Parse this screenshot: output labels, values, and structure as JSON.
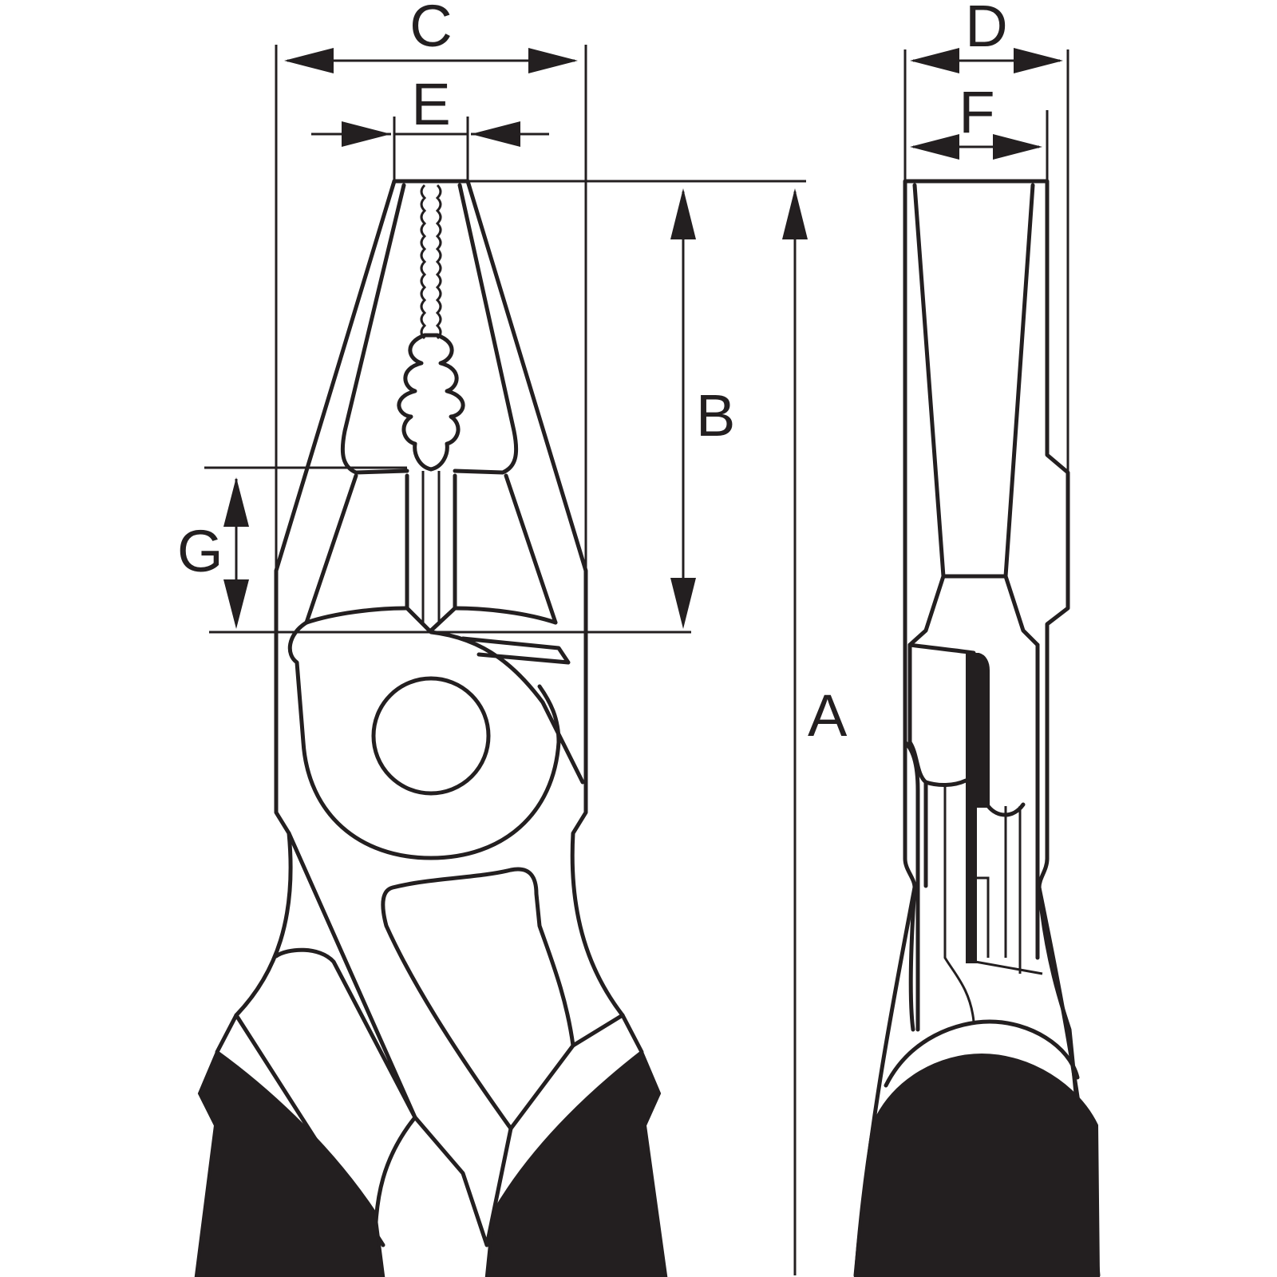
{
  "dimensions": {
    "a": "A",
    "b": "B",
    "c": "C",
    "d": "D",
    "e": "E",
    "f": "F",
    "g": "G"
  },
  "colors": {
    "line": "#231f20",
    "background": "#ffffff"
  }
}
